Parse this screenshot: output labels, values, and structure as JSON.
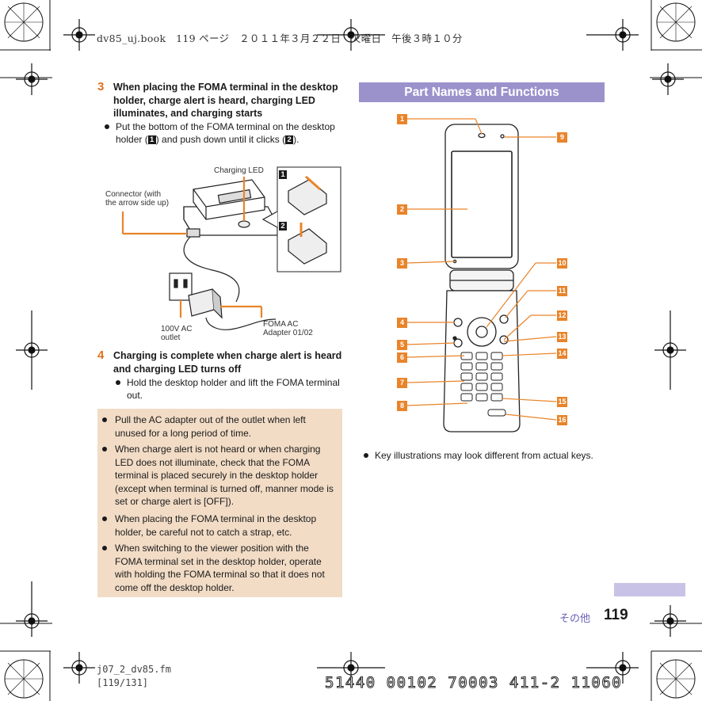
{
  "header": {
    "print_line": "dv85_uj.book　119 ページ　２０１１年３月２２日　火曜日　午後３時１０分"
  },
  "step3": {
    "number": "3",
    "title": "When placing the FOMA terminal in the desktop holder, charge alert is heard, charging LED illuminates, and charging starts",
    "bullet_a": "Put the bottom of the FOMA terminal on the desktop holder (",
    "bullet_num1": "1",
    "bullet_b": ") and push down until it clicks (",
    "bullet_num2": "2",
    "bullet_c": ")."
  },
  "diagram": {
    "charging_led": "Charging LED",
    "connector_1": "Connector (with",
    "connector_2": "the arrow side up)",
    "outlet_1": "100V AC",
    "outlet_2": "outlet",
    "adapter_1": "FOMA AC",
    "adapter_2": "Adapter 01/02",
    "inset1": "1",
    "inset2": "2"
  },
  "step4": {
    "number": "4",
    "title": "Charging is complete when charge alert is heard and charging LED turns off",
    "bullet": "Hold the desktop holder and lift the FOMA terminal out."
  },
  "notes": [
    "Pull the AC adapter out of the outlet when left unused for a long period of time.",
    "When charge alert is not heard or when charging LED does not illuminate, check that the FOMA terminal is placed securely in the desktop holder (except when terminal is turned off, manner mode is set or charge alert is [OFF]).",
    "When placing the FOMA terminal in the desktop holder, be careful not to catch a strap, etc.",
    "When switching to the viewer position with the FOMA terminal set in the desktop holder, operate with holding the FOMA terminal so that it does not come off the desktop holder."
  ],
  "section": {
    "title": "Part Names and Functions"
  },
  "callouts_left": [
    "1",
    "2",
    "3",
    "4",
    "5",
    "6",
    "7",
    "8"
  ],
  "callouts_right": [
    "9",
    "10",
    "11",
    "12",
    "13",
    "14",
    "15",
    "16"
  ],
  "phone_note": "Key illustrations may look different from actual keys.",
  "footer": {
    "file": "j07_2_dv85.fm",
    "pages": "[119/131]",
    "barcode": "51440 00102 70003 411-2 11060",
    "section_jp": "その他",
    "page_number": "119"
  }
}
